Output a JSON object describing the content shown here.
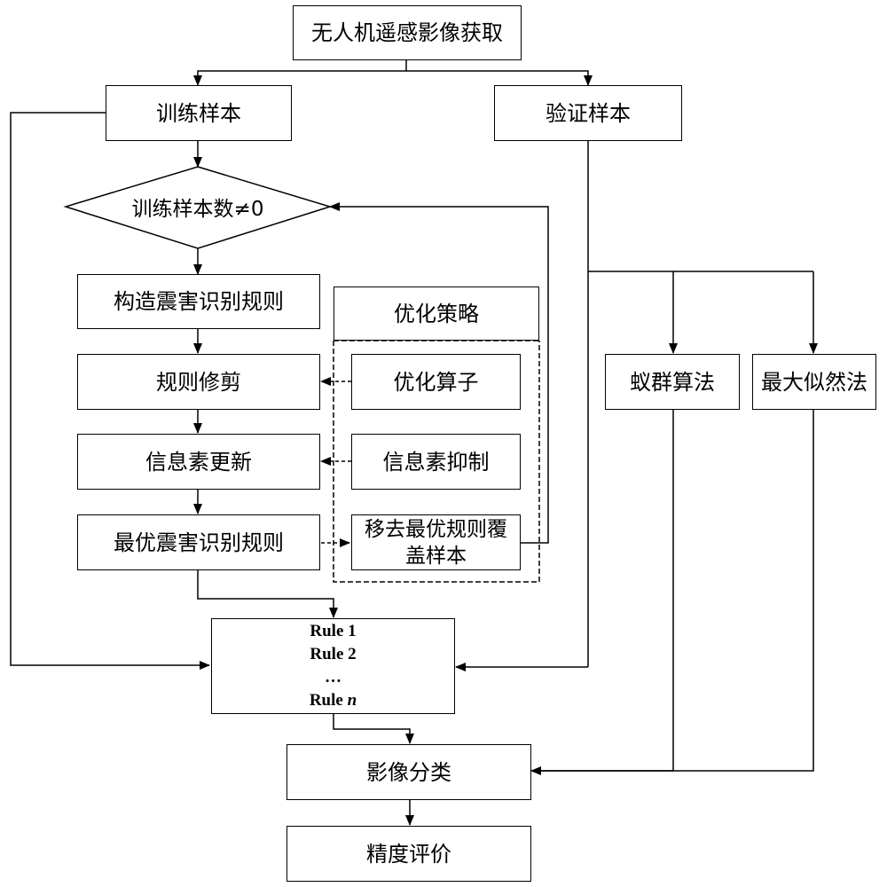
{
  "nodes": {
    "acquire": "无人机遥感影像获取",
    "train_sample": "训练样本",
    "verify_sample": "验证样本",
    "condition": "训练样本数≠0",
    "construct_rule": "构造震害识别规则",
    "optimize_strategy": "优化策略",
    "prune": "规则修剪",
    "optimize_operator": "优化算子",
    "pheromone_update": "信息素更新",
    "pheromone_suppress": "信息素抑制",
    "best_rule": "最优震害识别规则",
    "remove_covered_line1": "移去最优规则覆",
    "remove_covered_line2": "盖样本",
    "ant_colony": "蚁群算法",
    "max_likelihood": "最大似然法",
    "classify": "影像分类",
    "accuracy": "精度评价"
  },
  "rule_list": {
    "rule1": "Rule 1",
    "rule2": "Rule 2",
    "ellipsis": "…",
    "rule_n_prefix": "Rule ",
    "rule_n_var": "n"
  },
  "colors": {
    "line": "#000000",
    "background": "#ffffff"
  }
}
